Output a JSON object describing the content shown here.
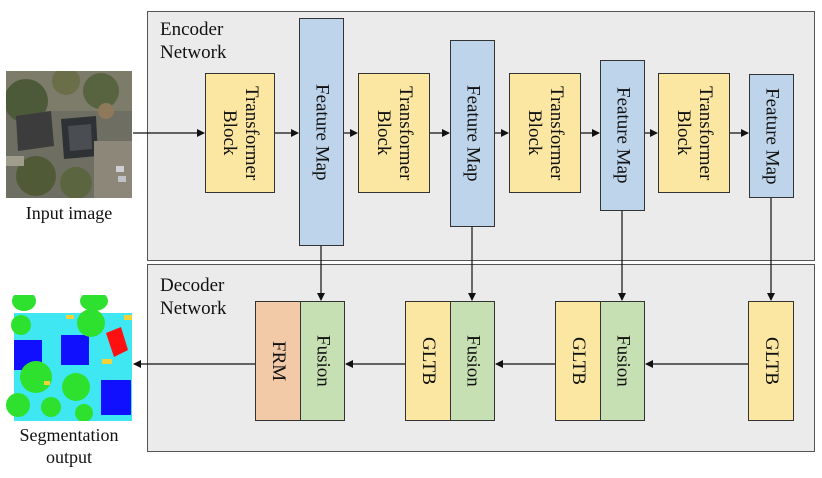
{
  "encoder": {
    "title": "Encoder\nNetwork",
    "blocks": {
      "transformer_1": "Transformer\nBlock",
      "feature_map_1": "Feature Map",
      "transformer_2": "Transformer\nBlock",
      "feature_map_2": "Feature Map",
      "transformer_3": "Transformer\nBlock",
      "feature_map_3": "Feature Map",
      "transformer_4": "Transformer\nBlock",
      "feature_map_4": "Feature Map"
    }
  },
  "decoder": {
    "title": "Decoder\nNetwork",
    "blocks": {
      "frm": "FRM",
      "fusion_1": "Fusion",
      "gltb_1": "GLTB",
      "fusion_2": "Fusion",
      "gltb_2": "GLTB",
      "fusion_3": "Fusion",
      "gltb_3": "GLTB"
    }
  },
  "input_caption": "Input image",
  "output_caption": "Segmentation\noutput",
  "colors": {
    "transformer": "#fbe6a2",
    "feature_map": "#bdd4ea",
    "fusion": "#c6e0b4",
    "frm": "#f3caa8",
    "panel": "#ebebeb"
  }
}
